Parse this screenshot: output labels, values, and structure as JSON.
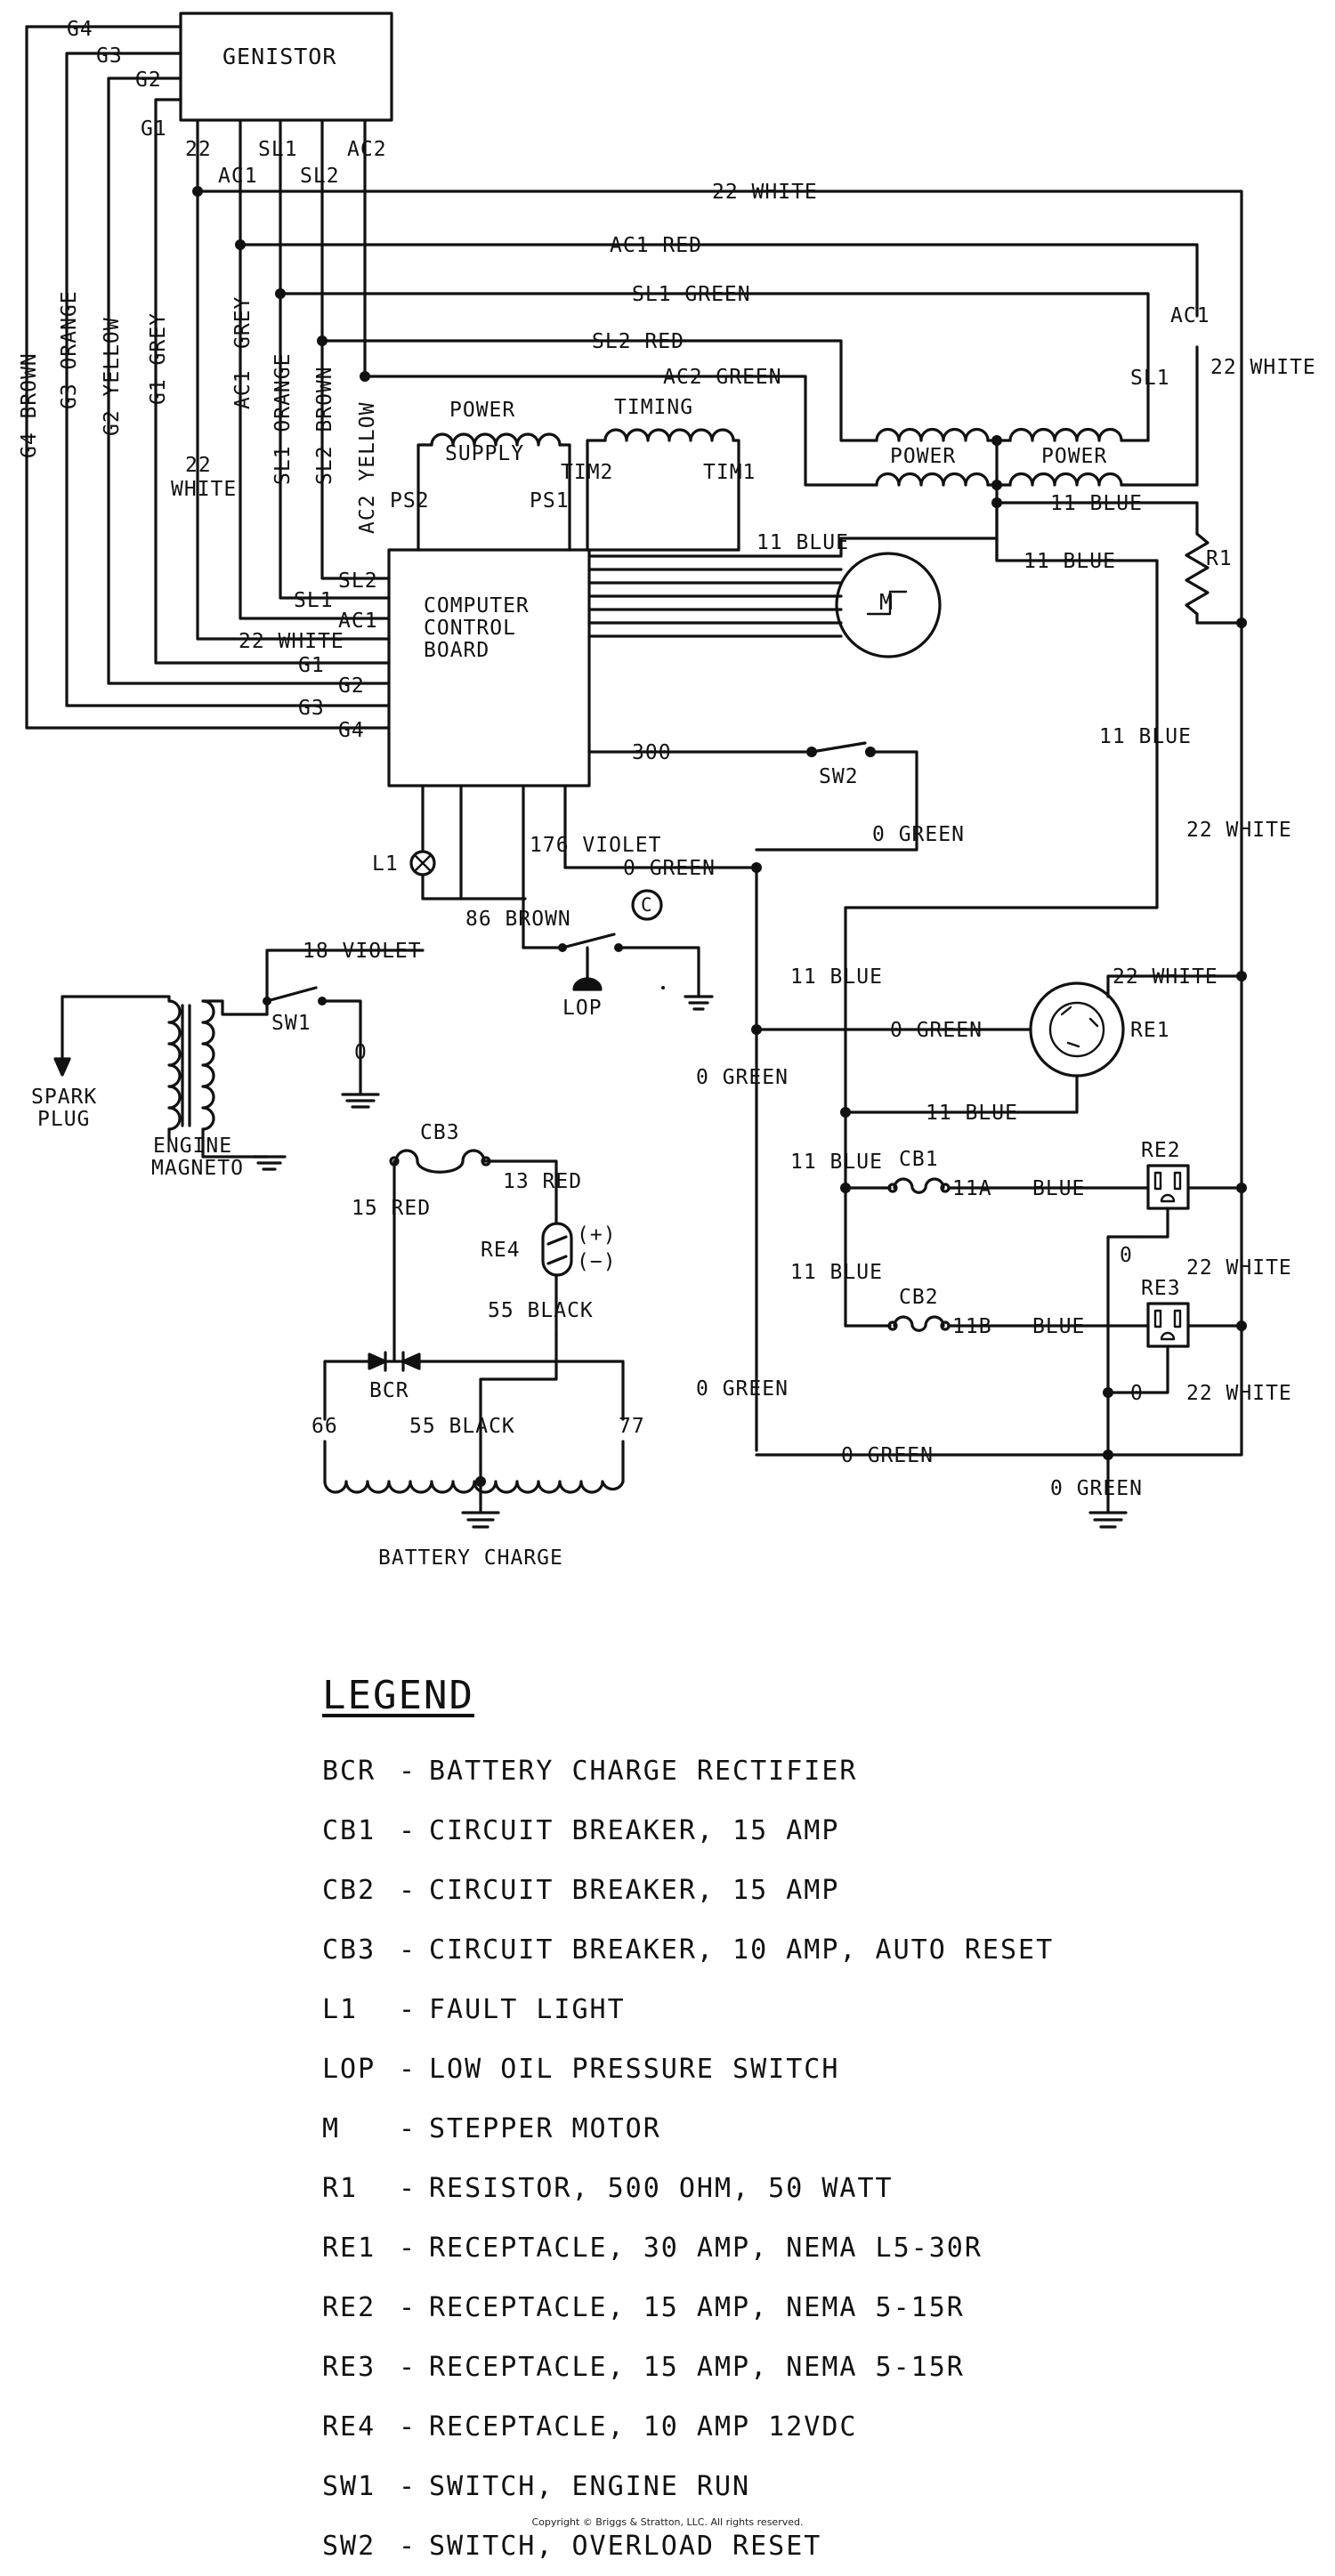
{
  "components": {
    "genistor": "GENISTOR",
    "power_supply_1": "POWER",
    "power_supply_2": "SUPPLY",
    "timing": "TIMING",
    "ccb_1": "COMPUTER",
    "ccb_2": "CONTROL",
    "ccb_3": "BOARD",
    "motor": "M",
    "power_1": "POWER",
    "power_2": "POWER",
    "sw1": "SW1",
    "sw2": "SW2",
    "r1": "R1",
    "l1": "L1",
    "lop": "LOP",
    "re1": "RE1",
    "re2": "RE2",
    "re3": "RE3",
    "re4": "RE4",
    "cb1": "CB1",
    "cb2": "CB2",
    "cb3": "CB3",
    "bcr": "BCR",
    "spark_plug_1": "SPARK",
    "spark_plug_2": "PLUG",
    "engine_magneto_1": "ENGINE",
    "engine_magneto_2": "MAGNETO",
    "battery_charge": "BATTERY CHARGE",
    "lop_circle": "C",
    "plus": "(+)",
    "minus": "(−)"
  },
  "terminals": {
    "g1": "G1",
    "g2": "G2",
    "g3": "G3",
    "g4": "G4",
    "t22": "22",
    "ac1": "AC1",
    "sl1": "SL1",
    "sl2": "SL2",
    "ac2": "AC2",
    "ps2": "PS2",
    "ps1": "PS1",
    "tim2": "TIM2",
    "tim1": "TIM1",
    "in_sl2": "SL2",
    "in_sl1": "SL1",
    "in_ac1": "AC1",
    "in_22white": "22 WHITE",
    "in_g1": "G1",
    "in_g2": "G2",
    "in_g3": "G3",
    "in_g4": "G4",
    "ac1_r": "AC1",
    "sl1_r": "SL1",
    "t11a": "11A",
    "t11b": "11B",
    "t66": "66",
    "t77": "77"
  },
  "wires": {
    "w22_white_top": "22 WHITE",
    "ac1_red": "AC1 RED",
    "sl1_green": "SL1 GREEN",
    "sl2_red": "SL2 RED",
    "ac2_green": "AC2 GREEN",
    "g4_brown": "G4 BROWN",
    "g3_orange": "G3 ORANGE",
    "g2_yellow": "G2 YELLOW",
    "g1_grey": "G1 GREY",
    "w22_v": "22",
    "white_v": "WHITE",
    "ac1_grey_a": "AC1",
    "ac1_grey_b": "GREY",
    "sl1_orange": "SL1 ORANGE",
    "sl2_brown": "SL2 BROWN",
    "ac2_yellow": "AC2 YELLOW",
    "w22_white_right": "22 WHITE",
    "blue_11_a": "11 BLUE",
    "blue_11_b": "11 BLUE",
    "blue_11_c": "11 BLUE",
    "blue_11_d": "11 BLUE",
    "w300": "300",
    "green_0_sw2": "0 GREEN",
    "violet_176": "176 VIOLET",
    "green_0_a": "0 GREEN",
    "brown_86": "86 BROWN",
    "violet_18": "18 VIOLET",
    "zero_sw1": "0",
    "white_22_mid": "22 WHITE",
    "white_22_re1": "22 WHITE",
    "blue_11_e": "11 BLUE",
    "green_0_re1": "0 GREEN",
    "green_0_b": "0 GREEN",
    "blue_11_re1": "11 BLUE",
    "blue_11_cb1": "11 BLUE",
    "blue_cb1": "BLUE",
    "blue_11_cb2": "11 BLUE",
    "blue_cb2": "BLUE",
    "zero_re2": "0",
    "white_22_re2": "22 WHITE",
    "zero_re3": "0",
    "white_22_re3": "22 WHITE",
    "green_0_c": "0 GREEN",
    "green_0_bottom": "0 GREEN",
    "green_0_ground": "0 GREEN",
    "red_15": "15 RED",
    "red_13": "13 RED",
    "black_55_a": "55 BLACK",
    "black_55_b": "55 BLACK"
  },
  "legend": {
    "title": "LEGEND",
    "items": [
      {
        "code": "BCR",
        "desc": "BATTERY CHARGE RECTIFIER"
      },
      {
        "code": "CB1",
        "desc": "CIRCUIT BREAKER, 15 AMP"
      },
      {
        "code": "CB2",
        "desc": "CIRCUIT BREAKER, 15 AMP"
      },
      {
        "code": "CB3",
        "desc": "CIRCUIT BREAKER, 10 AMP, AUTO RESET"
      },
      {
        "code": "L1",
        "desc": "FAULT LIGHT"
      },
      {
        "code": "LOP",
        "desc": "LOW OIL PRESSURE SWITCH"
      },
      {
        "code": "M",
        "desc": "STEPPER MOTOR"
      },
      {
        "code": "R1",
        "desc": "RESISTOR, 500 OHM, 50 WATT"
      },
      {
        "code": "RE1",
        "desc": "RECEPTACLE, 30 AMP, NEMA L5-30R"
      },
      {
        "code": "RE2",
        "desc": "RECEPTACLE, 15 AMP, NEMA 5-15R"
      },
      {
        "code": "RE3",
        "desc": "RECEPTACLE, 15 AMP, NEMA 5-15R"
      },
      {
        "code": "RE4",
        "desc": "RECEPTACLE, 10 AMP 12VDC"
      },
      {
        "code": "SW1",
        "desc": "SWITCH, ENGINE RUN"
      },
      {
        "code": "SW2",
        "desc": "SWITCH, OVERLOAD RESET"
      }
    ]
  },
  "copyright": "Copyright © Briggs & Stratton, LLC. All rights reserved."
}
